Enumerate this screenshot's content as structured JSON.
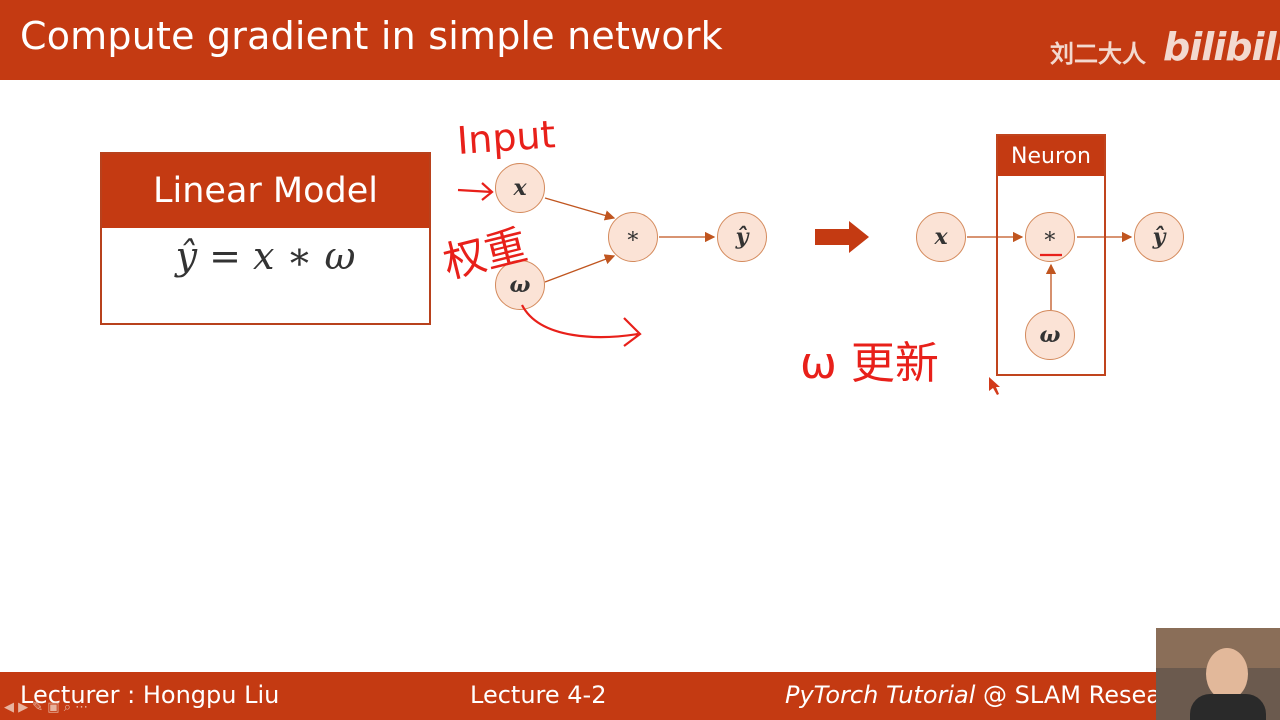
{
  "header": {
    "title": "Compute gradient in simple network",
    "brand_cn": "刘二大人",
    "brand_logo": "bilibili"
  },
  "linear_model": {
    "title": "Linear Model",
    "equation": "ŷ = x ∗ ω"
  },
  "graph_left": {
    "x": "x",
    "w": "ω",
    "op": "∗",
    "yhat": "ŷ"
  },
  "graph_right": {
    "x": "x",
    "op": "∗",
    "w": "ω",
    "yhat": "ŷ",
    "neuron_label": "Neuron"
  },
  "annotations": {
    "input": "Input",
    "weight": "权重",
    "w_update": "ω 更新"
  },
  "footer": {
    "lecturer": "Lecturer : Hongpu Liu",
    "lecture": "Lecture 4-2",
    "course_italic": "PyTorch Tutorial",
    "course_rest": " @ SLAM Resear"
  },
  "colors": {
    "accent": "#c43a12",
    "node_fill": "#fbe3d6",
    "ink": "#e8201a"
  }
}
